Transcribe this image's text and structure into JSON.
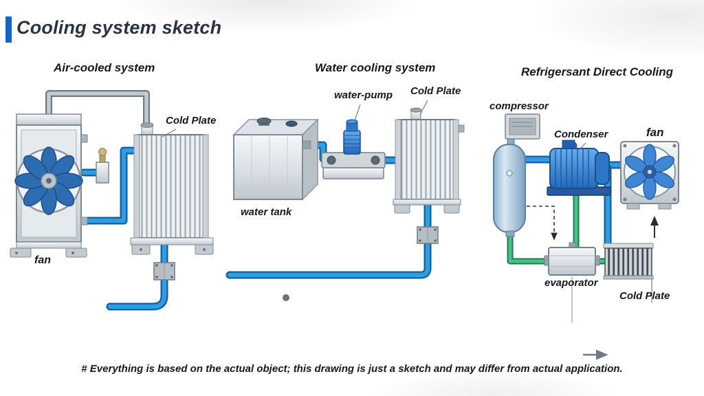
{
  "page": {
    "title": "Cooling system sketch",
    "footer": "# Everything is based on the actual object; this drawing is just a sketch and may differ from actual application."
  },
  "sections": {
    "air": {
      "heading": "Air-cooled system",
      "labels": {
        "cold_plate": "Cold Plate",
        "fan": "fan"
      }
    },
    "water": {
      "heading": "Water cooling system",
      "labels": {
        "water_pump": "water-pump",
        "cold_plate": "Cold Plate",
        "water_tank": "water tank"
      }
    },
    "refrigerant": {
      "heading": "Refrigersant Direct Cooling",
      "labels": {
        "compressor": "compressor",
        "condenser": "Condenser",
        "fan": "fan",
        "evaporator": "evaporator",
        "cold_plate": "Cold Plate"
      }
    }
  },
  "colors": {
    "accent_blue": "#1565c0",
    "pipe_blue": "#309de2",
    "pipe_green": "#48c088",
    "pipe_gray": "#c2cbd2",
    "text": "#15181c"
  }
}
